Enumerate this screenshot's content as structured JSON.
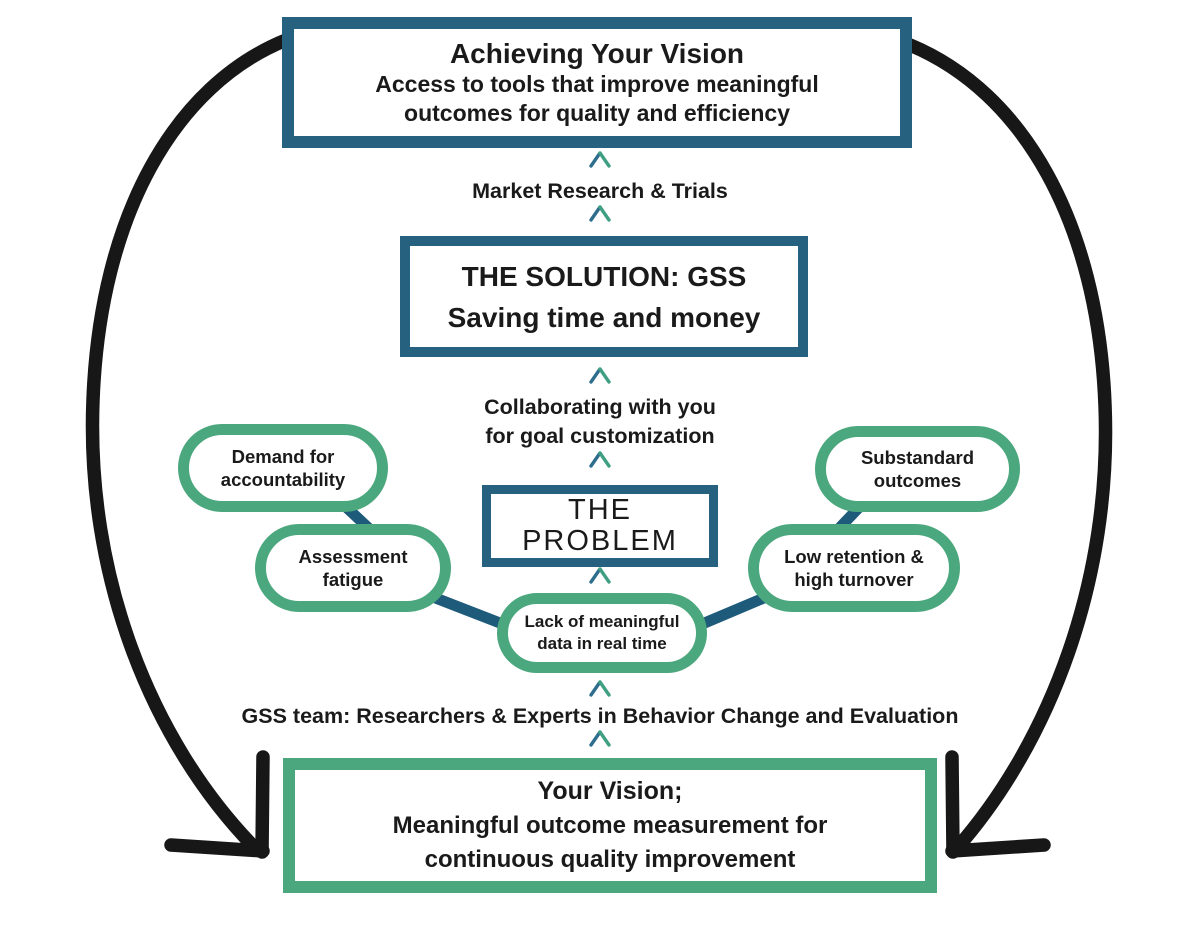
{
  "palette": {
    "teal_border": "#266280",
    "green_border": "#4BA77D",
    "connector_teal": "#1E5A7A",
    "arrow_black": "#171717",
    "text_black": "#1A1A1A",
    "chevron_left_stroke": "#2E6E8C",
    "chevron_right_stroke": "#3E9F82",
    "background": "#FFFFFF"
  },
  "icons": {
    "up_chevron_glyph": "∧"
  },
  "top_box": {
    "title": "Achieving Your Vision",
    "lines": [
      "Access to tools that improve meaningful",
      "outcomes for quality and efficiency"
    ]
  },
  "labels": {
    "market": "Market Research & Trials",
    "collab": [
      "Collaborating with you",
      "for goal customization"
    ],
    "gss_team": "GSS team: Researchers & Experts in Behavior Change and Evaluation"
  },
  "solution_box": {
    "title": "THE SOLUTION: GSS",
    "subtitle": "Saving time and money"
  },
  "problem_box": {
    "lines": [
      "THE",
      "PROBLEM"
    ]
  },
  "bubbles": [
    {
      "name": "demand-for-accountability",
      "lines": [
        "Demand for",
        "accountability"
      ]
    },
    {
      "name": "assessment-fatigue",
      "lines": [
        "Assessment",
        "fatigue"
      ]
    },
    {
      "name": "lack-of-meaningful-data",
      "lines": [
        "Lack of meaningful",
        "data in real time"
      ]
    },
    {
      "name": "low-retention-high-turnover",
      "lines": [
        "Low retention &",
        "high turnover"
      ]
    },
    {
      "name": "substandard-outcomes",
      "lines": [
        "Substandard",
        "outcomes"
      ]
    }
  ],
  "bottom_box": {
    "lines": [
      "Your Vision;",
      "Meaningful outcome measurement for",
      "continuous quality improvement"
    ]
  }
}
